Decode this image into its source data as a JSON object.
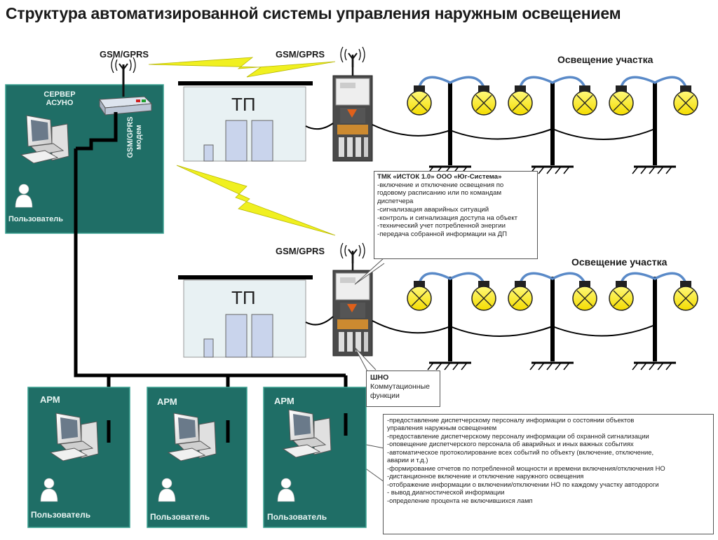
{
  "title": "Структура автоматизированной системы управления наружным освещением",
  "server": {
    "label_line1": "СЕРВЕР",
    "label_line2": "АСУНО",
    "modem_line1": "GSM/GPRS",
    "modem_line2": "модем",
    "user": "Пользователь"
  },
  "gsm": {
    "server": "GSM/GPRS",
    "top": "GSM/GPRS",
    "middle": "GSM/GPRS"
  },
  "tp": {
    "top": "ТП",
    "bottom": "ТП"
  },
  "zones": {
    "top": "Освещение участка",
    "bottom": "Освещение участка"
  },
  "tmk": {
    "header": "ТМК «ИСТОК 1.0» ООО «Юг-Система»",
    "lines": [
      "-включение и отключение освещения по",
      "годовому расписанию или по командам",
      "диспетчера",
      "-сигнализация аварийных ситуаций",
      "-контроль и сигнализация доступа на объект",
      "-технический учет потребленной энергии",
      "-передача собранной информации на ДП"
    ]
  },
  "shno": {
    "header": "ШНО",
    "lines": [
      "Коммутационные",
      "функции"
    ]
  },
  "arm": [
    {
      "label": "АРМ",
      "user": "Пользователь"
    },
    {
      "label": "АРМ",
      "user": "Пользователь"
    },
    {
      "label": "АРМ",
      "user": "Пользователь"
    }
  ],
  "functions": {
    "lines": [
      "-предоставление диспетчерскому персоналу информации о состоянии объектов",
      "управления наружным освещением",
      "-предоставление диспетчерскому персоналу информации об охранной сигнализации",
      "-оповещение диспетчерского персонала об аварийных и иных важных событиях",
      "-автоматическое протоколирование всех событий по объекту (включение, отключение,",
      "аварии и т.д.)",
      "-формирование отчетов по потребленной мощности и времени включения/отключения НО",
      "-дистанционное включение и отключение наружного освещения",
      "-отображение информации о включении/отключении НО по каждому участку автодороги",
      "- вывод диагностической информации",
      "-определение процента не включившихся ламп"
    ]
  },
  "colors": {
    "panel": "#1f6e66",
    "panel_border": "#3aa090",
    "building": "#e8f1f3",
    "building_door": "#c9d4ec",
    "lamp": "#ffee22",
    "wire_blue": "#5a8ac8",
    "lightning": "#f0f020",
    "cable": "#000000"
  }
}
